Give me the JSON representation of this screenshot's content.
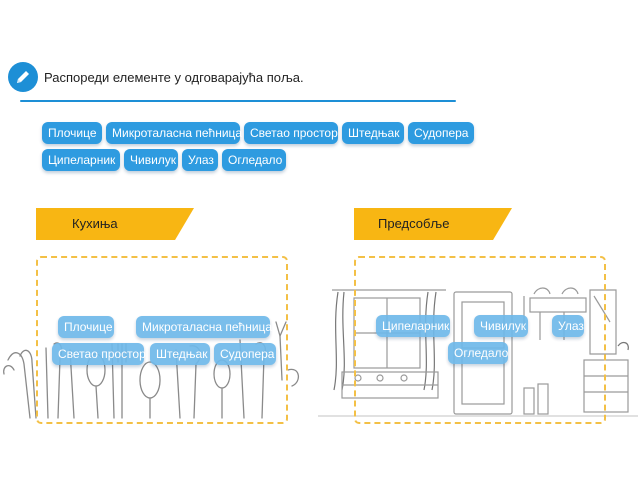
{
  "instruction": "Распореди елементе у одговарајућа поља.",
  "icons": {
    "header": "pencil-icon"
  },
  "colors": {
    "accent": "#1d8fd6",
    "chip": "#2e9be0",
    "banner": "#f8b613",
    "zone_border": "#f3c046"
  },
  "pool": [
    "Плочице",
    "Микроталасна пећница",
    "Светао простор",
    "Штедњак",
    "Судопера",
    "Ципеларник",
    "Чивилук",
    "Улаз",
    "Огледало"
  ],
  "zones": {
    "kitchen": {
      "title": "Кухиња",
      "items": [
        "Плочице",
        "Микроталасна пећница",
        "Светао простор",
        "Штедњак",
        "Судопера"
      ]
    },
    "hallway": {
      "title": "Предсобље",
      "items": [
        "Ципеларник",
        "Чивилук",
        "Улаз",
        "Огледало"
      ]
    }
  }
}
